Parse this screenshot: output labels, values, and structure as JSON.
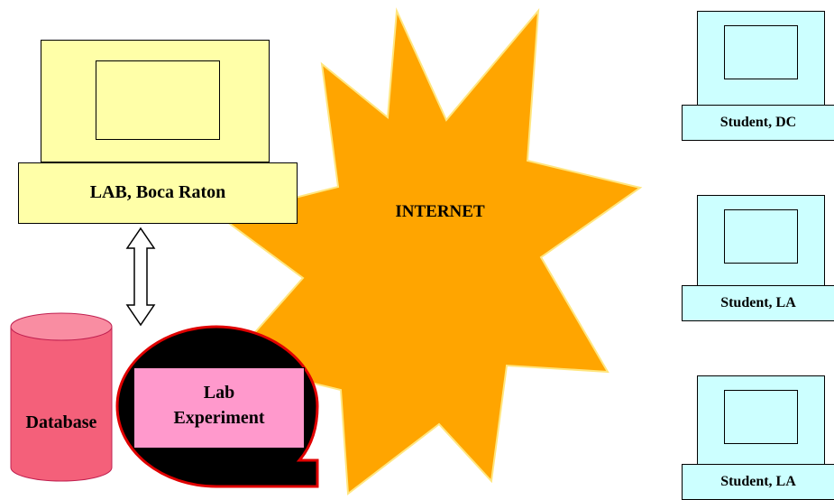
{
  "colors": {
    "lab_fill": "#FFFFA8",
    "student_fill": "#CCFFFF",
    "starburst_fill": "#FFA500",
    "starburst_stroke": "#FFE680",
    "database_fill": "#F4607A",
    "database_top": "#F98DA2",
    "experiment_bubble": "#000000",
    "experiment_bubble_border": "#E00000",
    "experiment_box": "#FF99CC"
  },
  "lab": {
    "label": "LAB, Boca Raton"
  },
  "internet": {
    "label": "INTERNET"
  },
  "students": [
    {
      "label": "Student, DC"
    },
    {
      "label": "Student, LA"
    },
    {
      "label": "Student, LA"
    }
  ],
  "database": {
    "label": "Database"
  },
  "experiment": {
    "line1": "Lab",
    "line2": "Experiment"
  },
  "icons": {
    "arrow": "double-headed-vertical-arrow"
  }
}
